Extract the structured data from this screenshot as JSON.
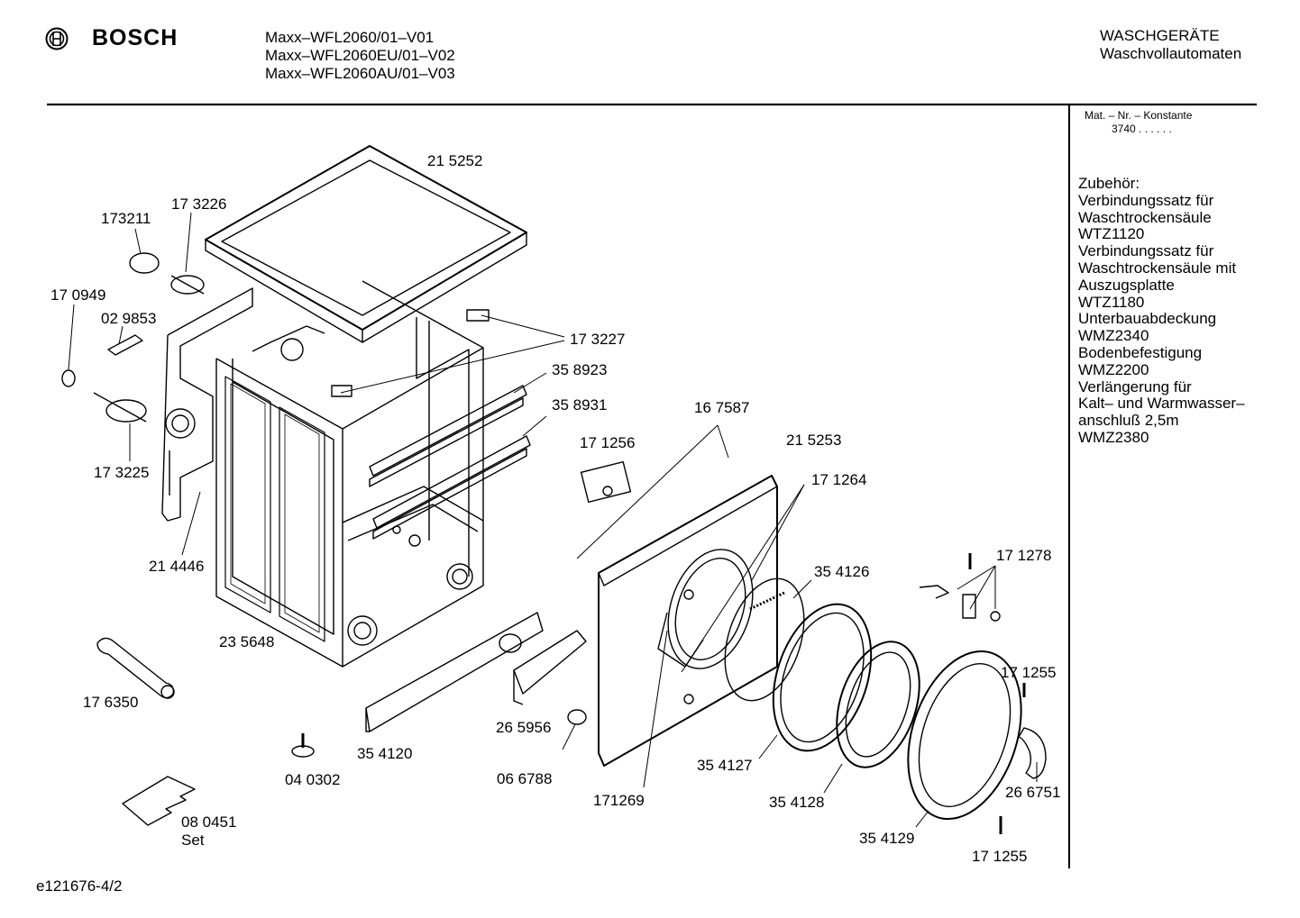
{
  "header": {
    "brand": "BOSCH",
    "models": [
      "Maxx–WFL2060/01–V01",
      "Maxx–WFL2060EU/01–V02",
      "Maxx–WFL2060AU/01–V03"
    ],
    "category": [
      "WASCHGERÄTE",
      "Waschvollautomaten"
    ]
  },
  "side_panel": {
    "mat_label": "Mat. – Nr. – Konstante",
    "mat_value": "3740  .  .    .  .  .  .",
    "accessories": [
      "Zubehör:",
      "Verbindungssatz für",
      "Waschtrockensäule",
      "WTZ1120",
      "Verbindungssatz für",
      "Waschtrockensäule mit",
      "Auszugsplatte",
      "WTZ1180",
      "Unterbauabdeckung",
      "WMZ2340",
      "Bodenbefestigung",
      "WMZ2200",
      "Verlängerung für",
      "Kalt– und Warmwasser–",
      "anschluß 2,5m",
      "WMZ2380"
    ]
  },
  "parts": {
    "p215252": "21 5252",
    "p173226": "17 3226",
    "p173211": "173211",
    "p170949": "17 0949",
    "p029853": "02 9853",
    "p173227": "17 3227",
    "p358923": "35 8923",
    "p358931": "35 8931",
    "p173225": "17 3225",
    "p214446": "21 4446",
    "p167587": "16 7587",
    "p171256": "17 1256",
    "p215253": "21 5253",
    "p171264": "17 1264",
    "p354126": "35 4126",
    "p171278": "17 1278",
    "p235648": "23 5648",
    "p176350": "17 6350",
    "p171255a": "17 1255",
    "p265956": "26 5956",
    "p354120": "35 4120",
    "p040302": "04 0302",
    "p066788": "06 6788",
    "p171269": "171269",
    "p354127": "35 4127",
    "p354128": "35 4128",
    "p266751": "26 6751",
    "p354129": "35 4129",
    "p171255b": "17 1255",
    "p080451": "08 0451",
    "p080451_set": "Set"
  },
  "footer": {
    "code": "e121676-4/2"
  }
}
